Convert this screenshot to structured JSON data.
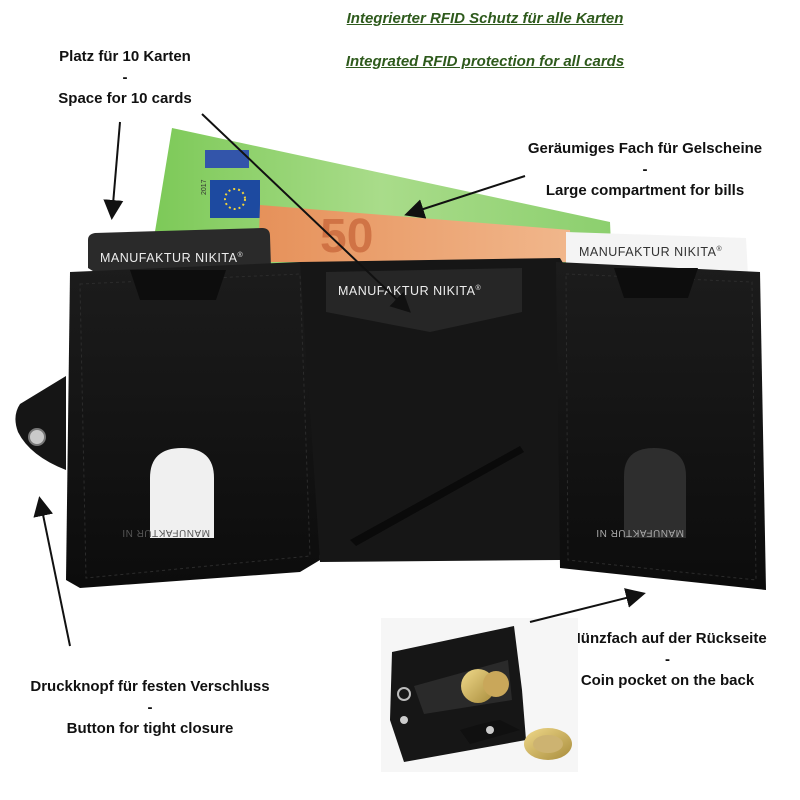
{
  "headline": {
    "de": "Integrierter RFID Schutz für alle Karten",
    "en": "Integrated RFID protection for all cards"
  },
  "callouts": {
    "cards": {
      "de": "Platz für 10 Karten",
      "sep": "-",
      "en": "Space for 10 cards"
    },
    "bills": {
      "de": "Geräumiges Fach für Gelscheine",
      "sep": "-",
      "en": "Large compartment for bills"
    },
    "coins": {
      "de": "Münzfach auf der Rückseite",
      "sep": "-",
      "en": "Coin pocket on the back"
    },
    "button": {
      "de": "Druckknopf für festen Verschluss",
      "sep": "-",
      "en": "Button for tight closure"
    }
  },
  "product": {
    "brand_label": "MANUFAKTUR NIKITA",
    "brand_mark": "®",
    "card_mirror_text": "MANUFAKTUR NI",
    "banknote_value": "50",
    "banknote_year": "2017"
  },
  "colors": {
    "headline": "#2e5a1c",
    "leather": "#141414",
    "banknote_green": "#8fcf6a",
    "banknote_orange": "#e8a06a"
  }
}
